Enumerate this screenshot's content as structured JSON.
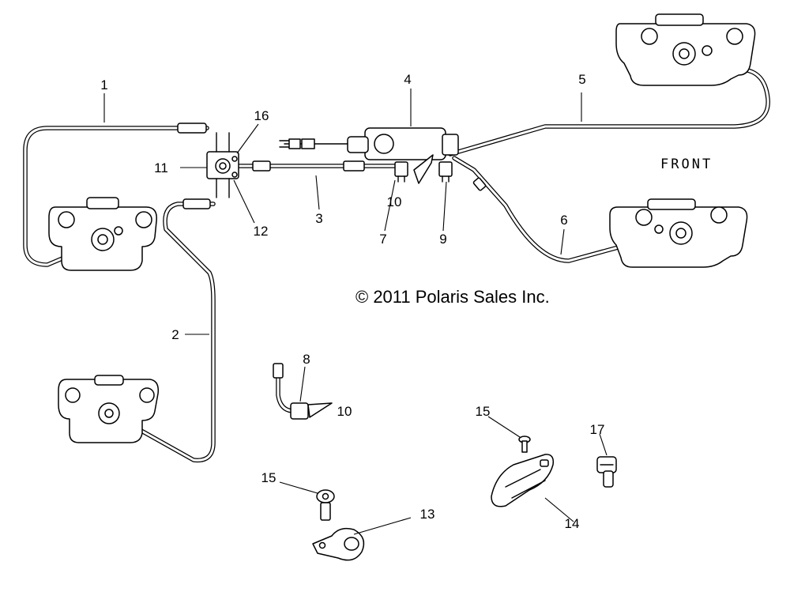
{
  "callouts": [
    {
      "id": "c1",
      "text": "1"
    },
    {
      "id": "c2",
      "text": "2"
    },
    {
      "id": "c3",
      "text": "3"
    },
    {
      "id": "c4",
      "text": "4"
    },
    {
      "id": "c5",
      "text": "5"
    },
    {
      "id": "c6",
      "text": "6"
    },
    {
      "id": "c7",
      "text": "7"
    },
    {
      "id": "c8",
      "text": "8"
    },
    {
      "id": "c9",
      "text": "9"
    },
    {
      "id": "c10a",
      "text": "10"
    },
    {
      "id": "c10b",
      "text": "10"
    },
    {
      "id": "c11",
      "text": "11"
    },
    {
      "id": "c12",
      "text": "12"
    },
    {
      "id": "c13",
      "text": "13"
    },
    {
      "id": "c14",
      "text": "14"
    },
    {
      "id": "c15a",
      "text": "15"
    },
    {
      "id": "c15b",
      "text": "15"
    },
    {
      "id": "c16",
      "text": "16"
    },
    {
      "id": "c17",
      "text": "17"
    }
  ],
  "front_label": "FRONT",
  "copyright": "© 2011 Polaris Sales Inc."
}
